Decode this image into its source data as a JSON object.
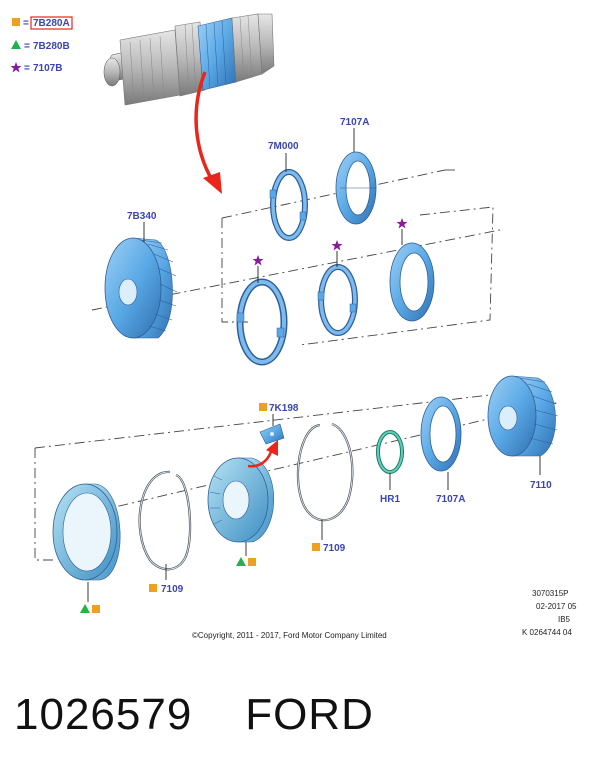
{
  "legend": [
    {
      "symbol": "square",
      "color": "#f0a020",
      "code": "7B280A",
      "highlighted": true
    },
    {
      "symbol": "triangle",
      "color": "#22b14c",
      "code": "7B280B",
      "highlighted": false
    },
    {
      "symbol": "star",
      "color": "#8b1a9e",
      "code": "7107B",
      "highlighted": false
    }
  ],
  "legend_eq": "=",
  "labels": {
    "l_7m000": "7M000",
    "l_7107a_top": "7107A",
    "l_7b340": "7B340",
    "l_7k198": "7K198",
    "l_hr1": "HR1",
    "l_7107a_bottom": "7107A",
    "l_7110": "7110",
    "l_7109_mid": "7109",
    "l_7109_left": "7109"
  },
  "drawing_info": [
    "3070315P",
    "02-2017 05",
    "IB5",
    "K 0264744 04"
  ],
  "copyright": "©Copyright, 2011 - 2017, Ford Motor Company Limited",
  "part_number": "1026579    FORD",
  "colors": {
    "part_blue": "#5aa9e6",
    "part_dark": "#2f5f9a",
    "arrow_red": "#e8261a",
    "label_blue": "#3a45b0"
  }
}
